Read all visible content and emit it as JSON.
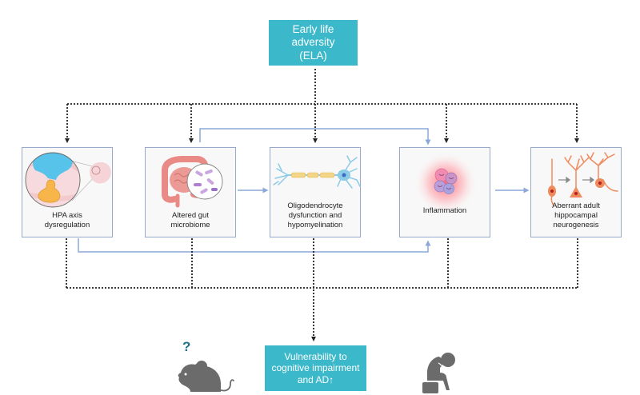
{
  "diagram": {
    "source_node": {
      "id": "ela",
      "label_lines": [
        "Early life",
        "adversity",
        "(ELA)"
      ]
    },
    "outcome_node": {
      "id": "vulnerability",
      "label_lines": [
        "Vulnerability to",
        "cognitive impairment",
        "and AD↑"
      ]
    },
    "nodes": [
      {
        "id": "hpa",
        "label_lines": [
          "HPA axis",
          "dysregulation"
        ],
        "icon": "brain-hypothalamus-pituitary-icon"
      },
      {
        "id": "gut",
        "label_lines": [
          "Altered gut",
          "microbiome"
        ],
        "icon": "intestine-bacteria-icon"
      },
      {
        "id": "oligo",
        "label_lines": [
          "Oligodendrocyte",
          "dysfunction and",
          "hypomyelination"
        ],
        "icon": "myelinated-neuron-icon"
      },
      {
        "id": "inflam",
        "label_lines": [
          "Inflammation"
        ],
        "icon": "immune-cells-icon"
      },
      {
        "id": "neuro",
        "label_lines": [
          "Aberrant adult",
          "hippocampal",
          "neurogenesis"
        ],
        "icon": "neuron-development-icon"
      }
    ],
    "edges": [
      {
        "from": "ela",
        "to": [
          "hpa",
          "gut",
          "oligo",
          "inflam",
          "neuro"
        ],
        "style": "dotted",
        "color": "#222222"
      },
      {
        "from": "gut",
        "to": "oligo",
        "style": "solid",
        "color": "#8aa8d8"
      },
      {
        "from": "gut",
        "to": "inflam",
        "style": "solid",
        "color": "#8aa8d8"
      },
      {
        "from": "hpa",
        "to": "inflam",
        "style": "solid",
        "color": "#8aa8d8"
      },
      {
        "from": "inflam",
        "to": "neuro",
        "style": "solid",
        "color": "#8aa8d8"
      },
      {
        "from": [
          "hpa",
          "gut",
          "oligo",
          "inflam",
          "neuro"
        ],
        "to": "vulnerability",
        "style": "dotted",
        "color": "#222222"
      }
    ],
    "side_figures": [
      {
        "id": "mouse",
        "icon": "mouse-icon",
        "annotation": "?"
      },
      {
        "id": "person",
        "icon": "distressed-person-icon"
      }
    ],
    "colors": {
      "teal_box": "#3bb8c9",
      "node_border": "#98a9cf",
      "solid_arrow": "#8aa8d8",
      "dotted_arrow": "#222222",
      "figure_gray": "#6b6b6b",
      "question_mark": "#1f6f8b"
    }
  }
}
